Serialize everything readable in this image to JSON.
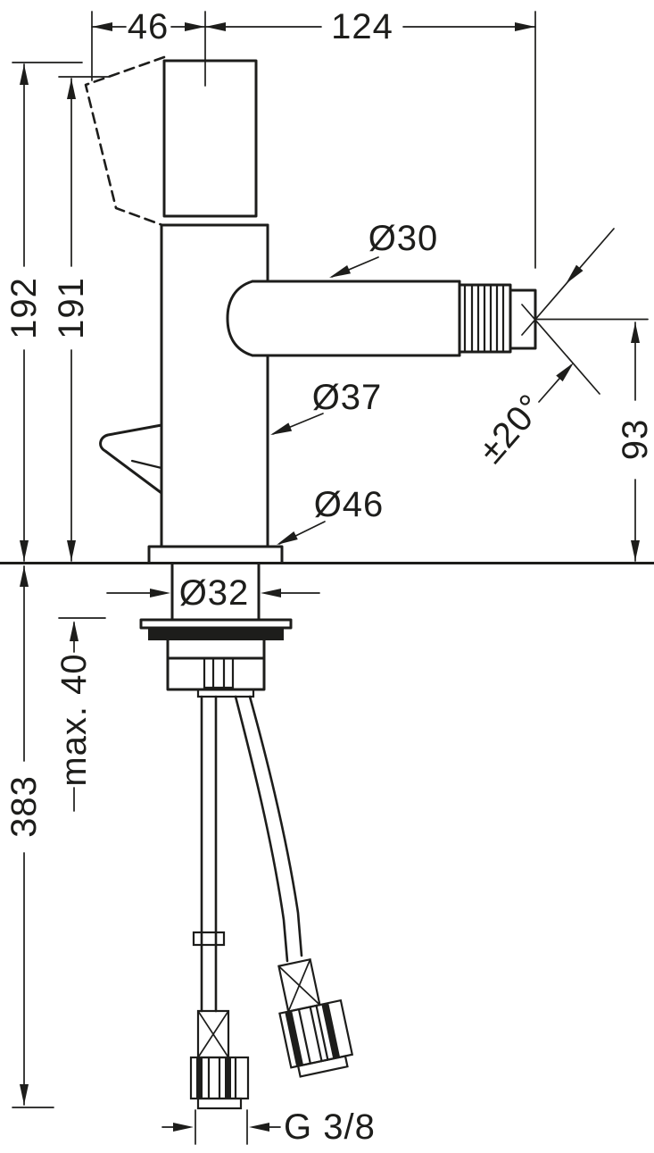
{
  "drawing": {
    "colors": {
      "line": "#1d1d1b",
      "background": "#ffffff"
    },
    "labels": {
      "dim_46": "46",
      "dim_124": "124",
      "dim_192": "192",
      "dim_191": "191",
      "dia_30": "Ø30",
      "dia_37": "Ø37",
      "dia_46": "Ø46",
      "angle": "±20°",
      "dim_93": "93",
      "dia_32": "Ø32",
      "max_40": "max. 40",
      "dim_383": "383",
      "thread": "G 3/8"
    }
  }
}
